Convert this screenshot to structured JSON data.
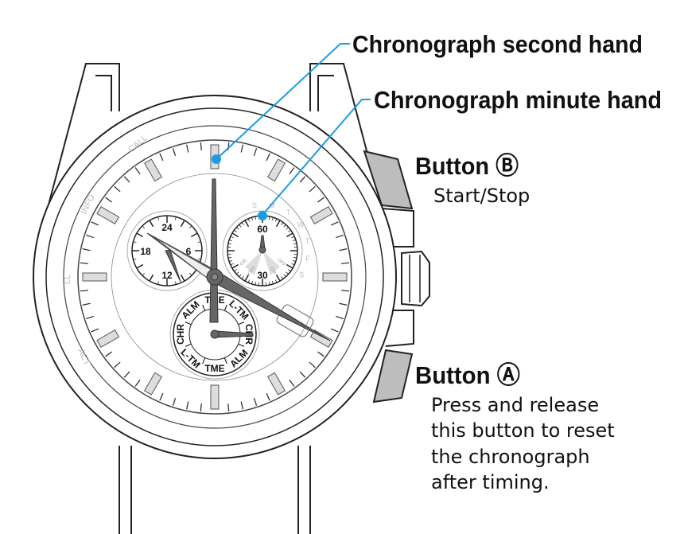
{
  "callouts": {
    "second_hand": "Chronograph second hand",
    "minute_hand": "Chronograph minute hand",
    "button_b": {
      "title": "Button Ⓑ",
      "desc": "Start/Stop"
    },
    "button_a": {
      "title": "Button Ⓐ",
      "desc_lines": [
        "Press and release",
        "this button to reset",
        "the chronograph",
        "after timing."
      ]
    }
  },
  "bezel_labels": [
    "CALL",
    "INFO",
    "LL",
    "ACT"
  ],
  "left_subdial": [
    "24",
    "6",
    "12",
    "18"
  ],
  "right_subdial": {
    "numbers": [
      "60",
      "30"
    ],
    "days": [
      "S",
      "M",
      "T",
      "W",
      "T",
      "F",
      "S"
    ],
    "onoff": [
      "ON",
      "OFF",
      "OFF",
      "ON"
    ]
  },
  "bottom_subdial": [
    "TME",
    "L-TM",
    "CHR",
    "ALM",
    "TME",
    "L-TM",
    "CHR",
    "ALM"
  ],
  "colors": {
    "callout_line": "#1a9de0",
    "hand": "#666666",
    "button": "#bdbdbd"
  }
}
